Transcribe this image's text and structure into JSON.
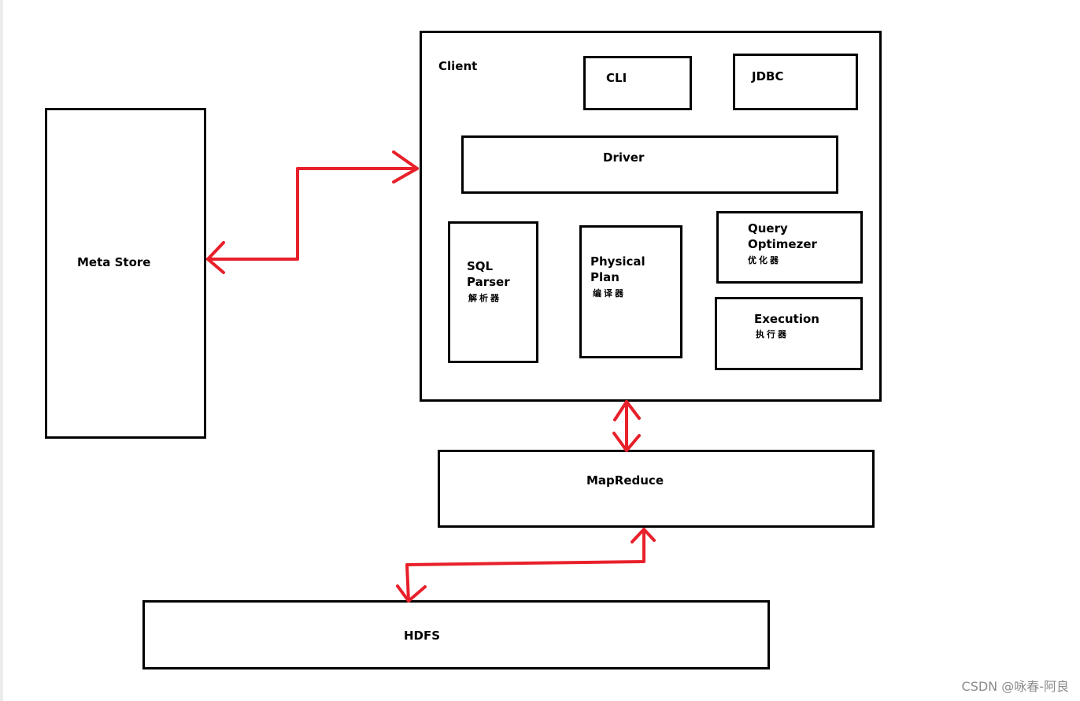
{
  "diagram": {
    "meta_store": {
      "label": "Meta Store"
    },
    "client": {
      "label": "Client",
      "cli": {
        "label": "CLI"
      },
      "jdbc": {
        "label": "JDBC"
      },
      "driver": {
        "label": "Driver"
      },
      "sql_parser": {
        "lines": [
          "SQL",
          "Parser"
        ],
        "cn": "解析器"
      },
      "physical_plan": {
        "lines": [
          "Physical",
          "Plan"
        ],
        "cn": "编译器"
      },
      "query_optimizer": {
        "lines": [
          "Query",
          "Optimezer"
        ],
        "cn": "优化器"
      },
      "execution": {
        "label": "Execution",
        "cn": "执行器"
      }
    },
    "mapreduce": {
      "label": "MapReduce"
    },
    "hdfs": {
      "label": "HDFS"
    },
    "arrow_color": "#e8202a"
  },
  "watermark": "CSDN @咏春-阿良"
}
